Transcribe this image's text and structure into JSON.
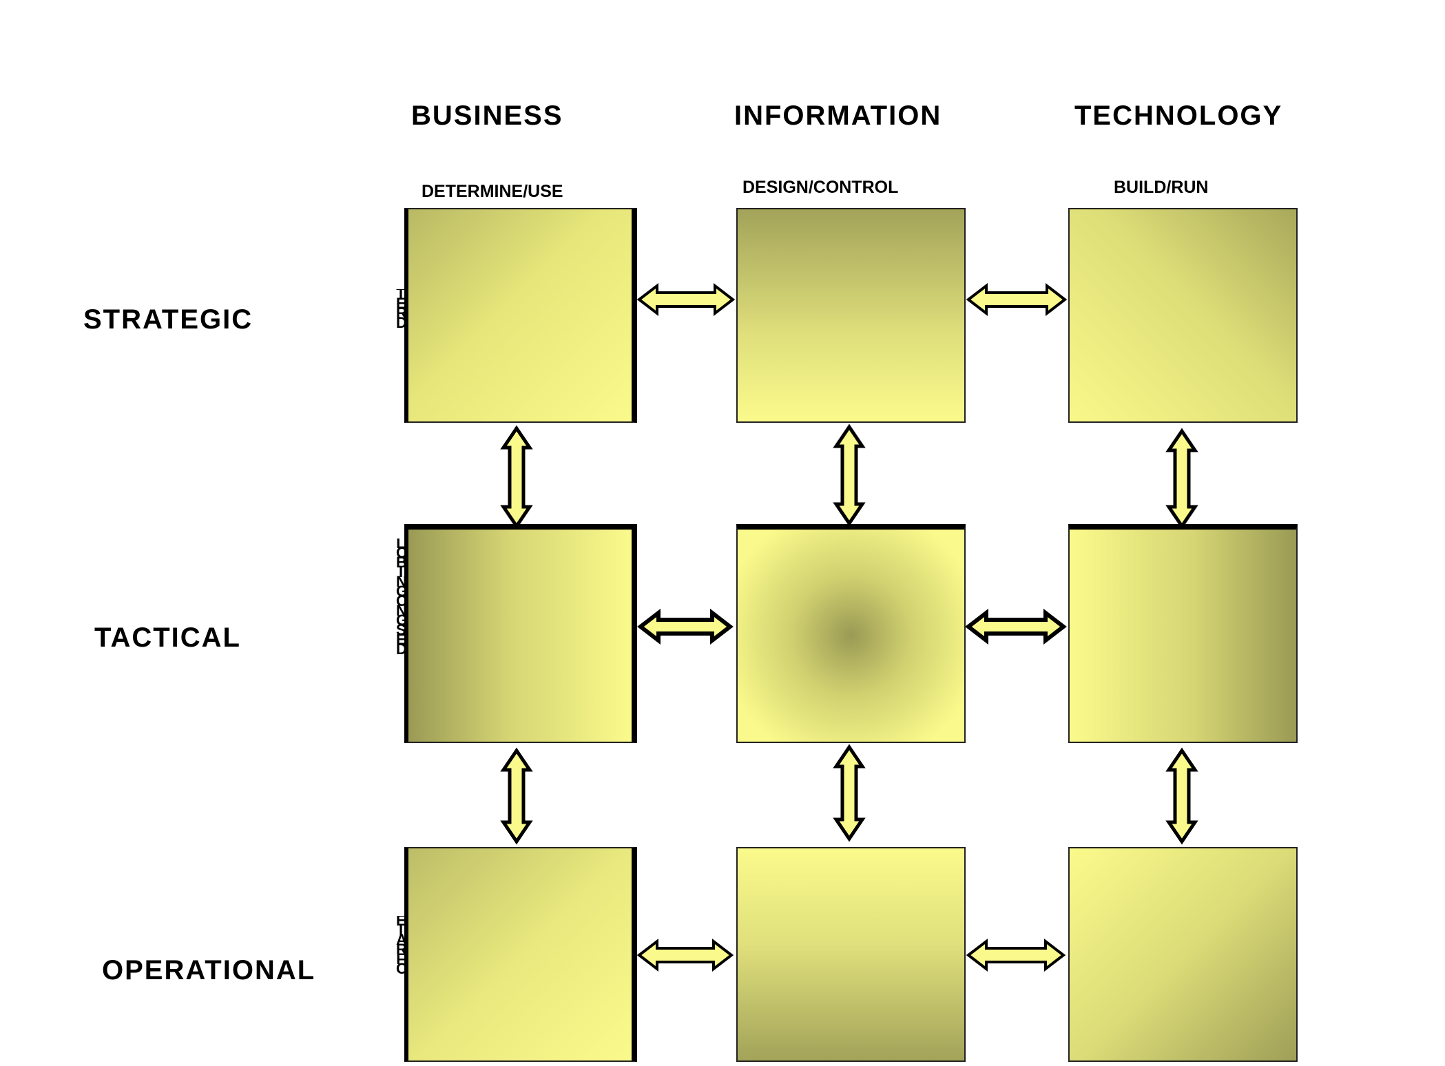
{
  "columns": [
    {
      "title": "BUSINESS",
      "subtitle": "DETERMINE/USE"
    },
    {
      "title": "INFORMATION",
      "subtitle": "DESIGN/CONTROL"
    },
    {
      "title": "TECHNOLOGY",
      "subtitle": "BUILD/RUN"
    }
  ],
  "rows": [
    {
      "title": "STRATEGIC",
      "side_text": "TERD"
    },
    {
      "title": "TACTICAL",
      "side_text": "LOBINGCNGSED"
    },
    {
      "title": "OPERATIONAL",
      "side_text": "EIARFO"
    }
  ],
  "colors": {
    "box_light": "#fafa8c",
    "box_dark": "#9a9a55",
    "arrow_fill": "#fafa8c",
    "stroke": "#000000"
  }
}
